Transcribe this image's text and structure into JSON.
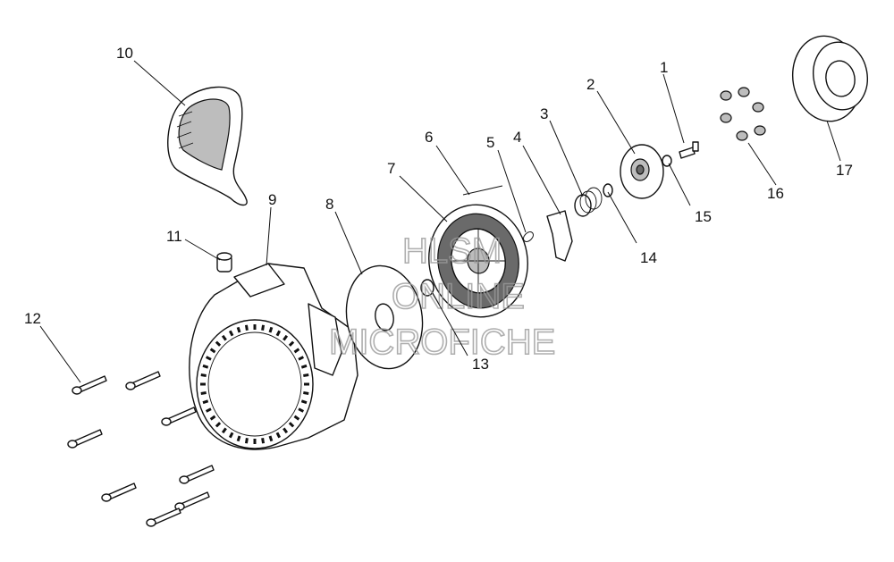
{
  "watermark": {
    "line1": "HLSM",
    "line2": "ONLINE",
    "line3": "MICROFICHE"
  },
  "callouts": [
    {
      "id": "c1",
      "label": "1"
    },
    {
      "id": "c2",
      "label": "2"
    },
    {
      "id": "c3",
      "label": "3"
    },
    {
      "id": "c4",
      "label": "4"
    },
    {
      "id": "c5",
      "label": "5"
    },
    {
      "id": "c6",
      "label": "6"
    },
    {
      "id": "c7",
      "label": "7"
    },
    {
      "id": "c8",
      "label": "8"
    },
    {
      "id": "c9",
      "label": "9"
    },
    {
      "id": "c10",
      "label": "10"
    },
    {
      "id": "c11",
      "label": "11"
    },
    {
      "id": "c12",
      "label": "12"
    },
    {
      "id": "c13",
      "label": "13"
    },
    {
      "id": "c14",
      "label": "14"
    },
    {
      "id": "c15",
      "label": "15"
    },
    {
      "id": "c16",
      "label": "16"
    },
    {
      "id": "c17",
      "label": "17"
    }
  ]
}
